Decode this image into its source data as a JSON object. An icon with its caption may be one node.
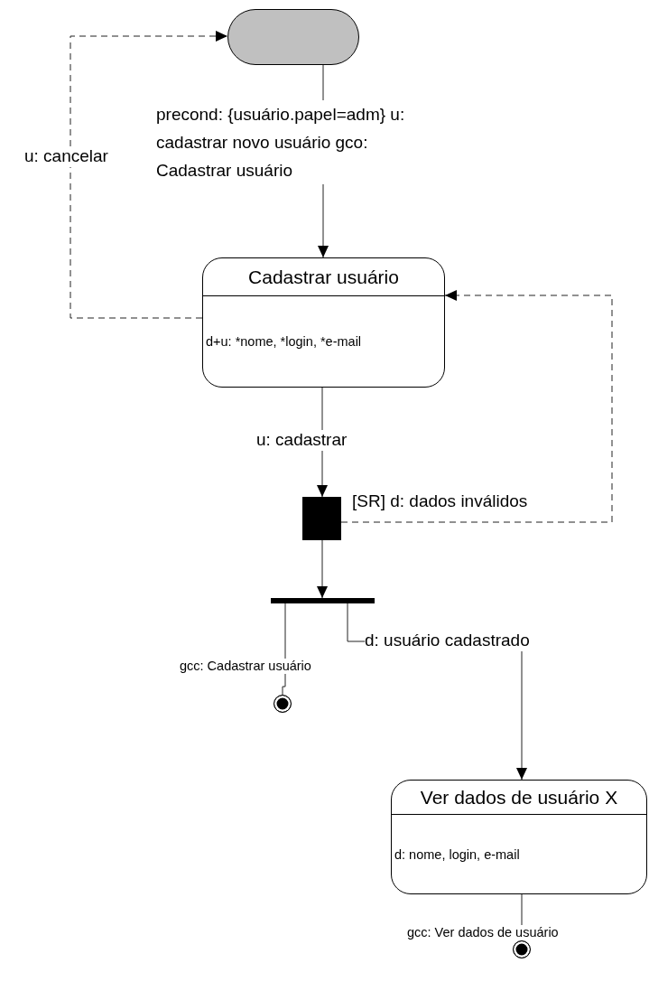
{
  "diagram": {
    "nodes": [
      {
        "text": [],
        "shape": "pill"
      },
      {
        "text": [
          "Cadastrar usuário",
          "d+u: *nome, *login, *e-mail"
        ]
      },
      {
        "text": [],
        "shape": "box"
      },
      {
        "text": [],
        "shape": "bar"
      },
      {
        "text": [],
        "shape": "circle"
      },
      {
        "text": [
          "Ver dados de usuário X",
          "d: nome, login, e-mail"
        ]
      },
      {
        "text": [],
        "shape": "circle"
      }
    ],
    "edges": [
      {
        "from": 0,
        "to": 1,
        "arrow": "to",
        "label": "precond: {usuário.papel=adm} u: cadastrar novo usuário gco: Cadastrar usuário"
      },
      {
        "from": 1,
        "to": 0,
        "arrow": "to",
        "label": "u: cancelar",
        "style": "dashed"
      },
      {
        "from": 1,
        "to": 2,
        "arrow": "to",
        "label": "u: cadastrar"
      },
      {
        "from": 2,
        "to": 1,
        "arrow": "to",
        "label": "[SR] d: dados inválidos",
        "style": "dashed"
      },
      {
        "from": 2,
        "to": 3,
        "arrow": "to"
      },
      {
        "from": 3,
        "to": 4,
        "arrow": "none",
        "label": "gcc: Cadastrar usuário"
      },
      {
        "from": 3,
        "to": 5,
        "arrow": "to",
        "label": "d: usuário cadastrado"
      },
      {
        "from": 5,
        "to": 6,
        "arrow": "none",
        "label": "gcc: Ver dados de usuário"
      }
    ]
  }
}
